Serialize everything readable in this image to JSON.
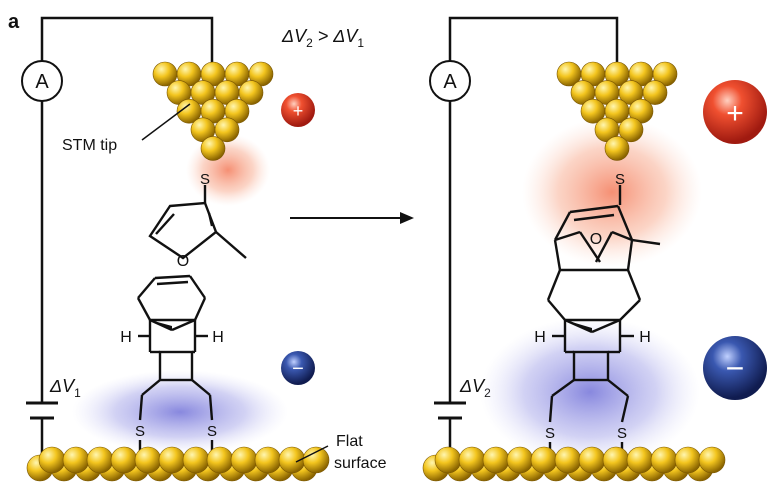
{
  "panel_label": "a",
  "condition": {
    "main": "ΔV",
    "sub1": "2",
    "gt": " > ΔV",
    "sub2": "1"
  },
  "ammeter_left": "A",
  "ammeter_right": "A",
  "bias_left": {
    "main": "ΔV",
    "sub": "1"
  },
  "bias_right": {
    "main": "ΔV",
    "sub": "2"
  },
  "stm_tip_label": "STM tip",
  "surface_label": {
    "line1": "Flat",
    "line2": "surface"
  },
  "atoms": {
    "sulfur": "S",
    "oxygen": "O",
    "hydrogen_left": "H",
    "hydrogen_right": "H"
  },
  "charge": {
    "positive": "+",
    "negative": "−"
  },
  "colors": {
    "gold": "#e8b818",
    "positive_glow": "#f07a55",
    "negative_glow": "#7070d8",
    "positive_sphere": "#e03020",
    "negative_sphere": "#243a8a"
  }
}
